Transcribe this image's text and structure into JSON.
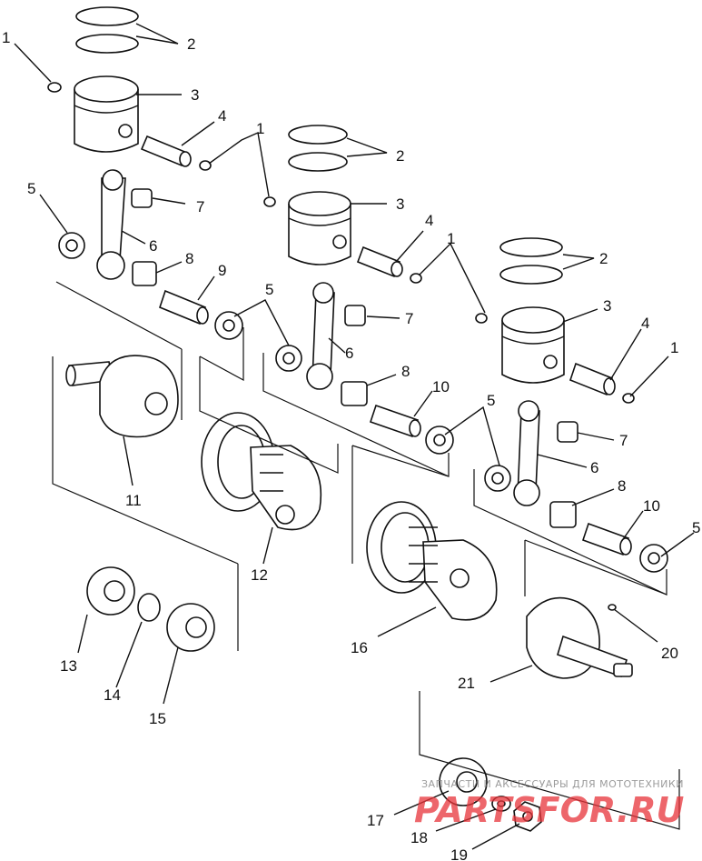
{
  "callouts": [
    {
      "id": "c1a",
      "text": "1"
    },
    {
      "id": "c2a",
      "text": "2"
    },
    {
      "id": "c3a",
      "text": "3"
    },
    {
      "id": "c4a",
      "text": "4"
    },
    {
      "id": "c5a",
      "text": "5"
    },
    {
      "id": "c6a",
      "text": "6"
    },
    {
      "id": "c7a",
      "text": "7"
    },
    {
      "id": "c8a",
      "text": "8"
    },
    {
      "id": "c9a",
      "text": "9"
    },
    {
      "id": "c1b",
      "text": "1"
    },
    {
      "id": "c2b",
      "text": "2"
    },
    {
      "id": "c3b",
      "text": "3"
    },
    {
      "id": "c4b",
      "text": "4"
    },
    {
      "id": "c5b",
      "text": "5"
    },
    {
      "id": "c6b",
      "text": "6"
    },
    {
      "id": "c7b",
      "text": "7"
    },
    {
      "id": "c8b",
      "text": "8"
    },
    {
      "id": "c10b",
      "text": "10"
    },
    {
      "id": "c1c",
      "text": "1"
    },
    {
      "id": "c2c",
      "text": "2"
    },
    {
      "id": "c3c",
      "text": "3"
    },
    {
      "id": "c4c",
      "text": "4"
    },
    {
      "id": "c1d",
      "text": "1"
    },
    {
      "id": "c5c",
      "text": "5"
    },
    {
      "id": "c7c",
      "text": "7"
    },
    {
      "id": "c6c",
      "text": "6"
    },
    {
      "id": "c8c",
      "text": "8"
    },
    {
      "id": "c10c",
      "text": "10"
    },
    {
      "id": "c5d",
      "text": "5"
    },
    {
      "id": "c11",
      "text": "11"
    },
    {
      "id": "c12",
      "text": "12"
    },
    {
      "id": "c13",
      "text": "13"
    },
    {
      "id": "c14",
      "text": "14"
    },
    {
      "id": "c15",
      "text": "15"
    },
    {
      "id": "c16",
      "text": "16"
    },
    {
      "id": "c17",
      "text": "17"
    },
    {
      "id": "c18",
      "text": "18"
    },
    {
      "id": "c19",
      "text": "19"
    },
    {
      "id": "c20",
      "text": "20"
    },
    {
      "id": "c21",
      "text": "21"
    }
  ],
  "watermark": {
    "tagline": "ЗАПЧАСТИ И АКСЕССУАРЫ ДЛЯ МОТОТЕХНИКИ",
    "logo": "PARTSFOR.RU",
    "logo_color": "#e8343a"
  }
}
